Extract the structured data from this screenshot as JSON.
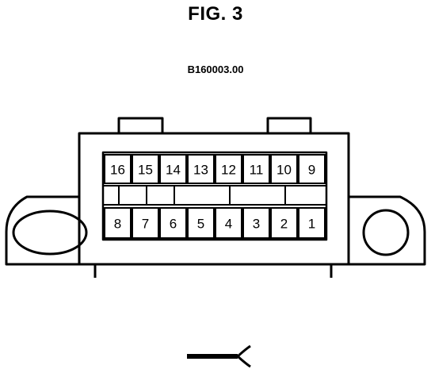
{
  "figure": {
    "title": "FIG. 3",
    "reference_code": "B160003.00"
  },
  "connector": {
    "top_row_pins": [
      "16",
      "15",
      "14",
      "13",
      "12",
      "11",
      "10",
      "9"
    ],
    "bottom_row_pins": [
      "8",
      "7",
      "6",
      "5",
      "4",
      "3",
      "2",
      "1"
    ]
  },
  "colors": {
    "line": "#000000",
    "background": "#ffffff"
  }
}
